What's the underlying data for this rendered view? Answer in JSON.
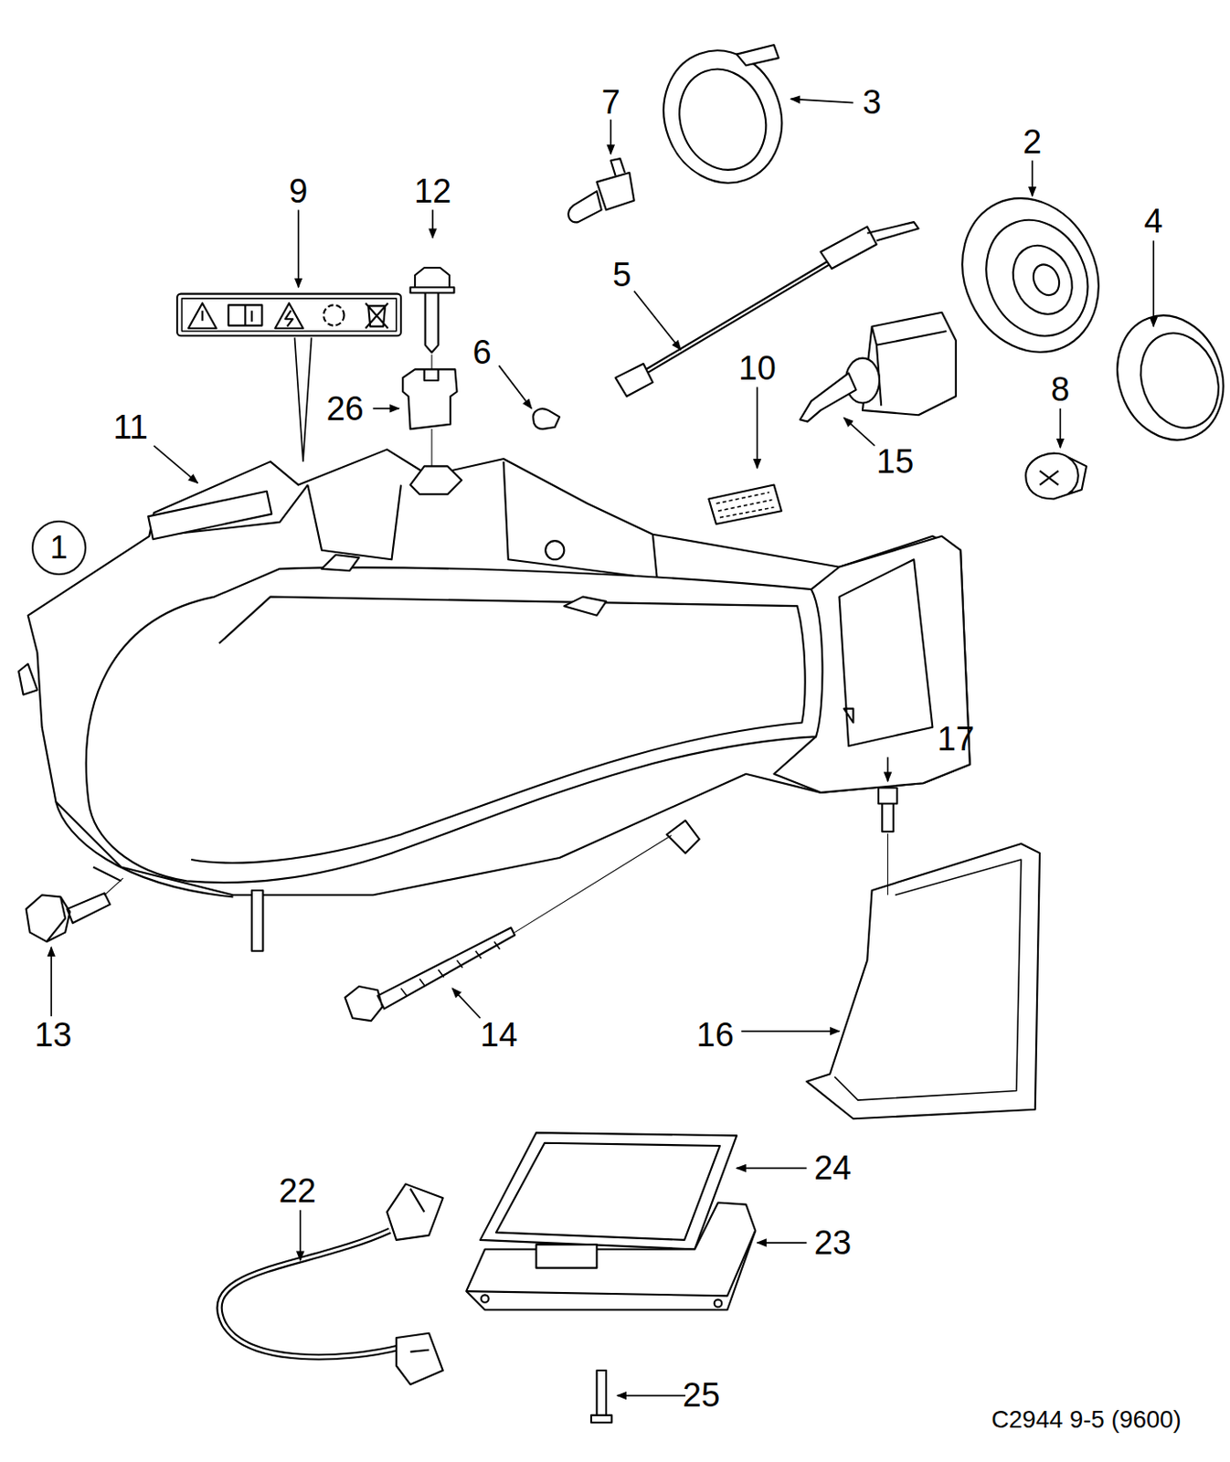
{
  "diagram": {
    "nodes": [
      {
        "text": [
          "1"
        ]
      }
    ],
    "labels": [
      "7",
      "3",
      "2",
      "9",
      "12",
      "4",
      "5",
      "6",
      "10",
      "8",
      "26",
      "11",
      "15",
      "17",
      "13",
      "14",
      "16",
      "24",
      "22",
      "23",
      "25",
      "C2944 9-5 (9600)"
    ]
  }
}
